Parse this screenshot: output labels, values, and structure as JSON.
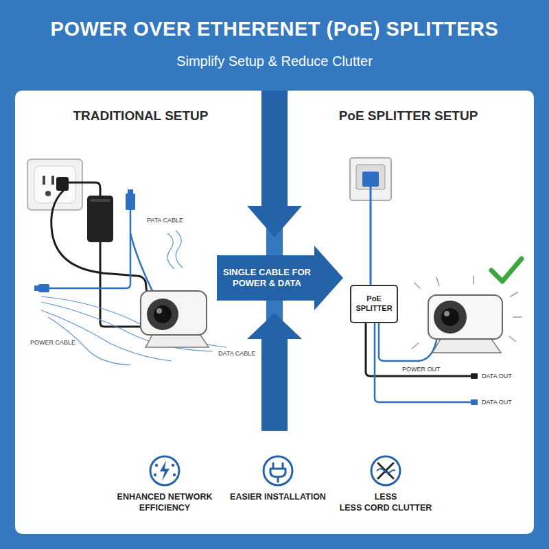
{
  "diagram": {
    "title": "POWER OVER ETHERENET (PoE) SPLITTERS",
    "nodes": [
      {
        "text": [
          "TRADITIONAL SETUP"
        ]
      },
      {
        "text": [
          "PoE SPLITTER SETUP"
        ]
      },
      {
        "text": [
          "SINGLE CABLE FOR POWER & DATA"
        ]
      },
      {
        "text": [
          "PoE SPLITTER"
        ],
        "in": 1
      },
      {
        "text": [
          "ENHANCED NETWORK EFFICIENCY"
        ]
      },
      {
        "text": [
          "EASIER INSTALLATION"
        ]
      },
      {
        "text": [
          "LESS",
          "LESS CORD CLUTTER"
        ]
      }
    ],
    "labels": [
      "Simplify Setup & Reduce Clutter",
      "PATA CABLE",
      "POWER CABLE",
      "DATA CABLE",
      "POWER OUT",
      "DATA OUT",
      "DATA OUT"
    ]
  }
}
